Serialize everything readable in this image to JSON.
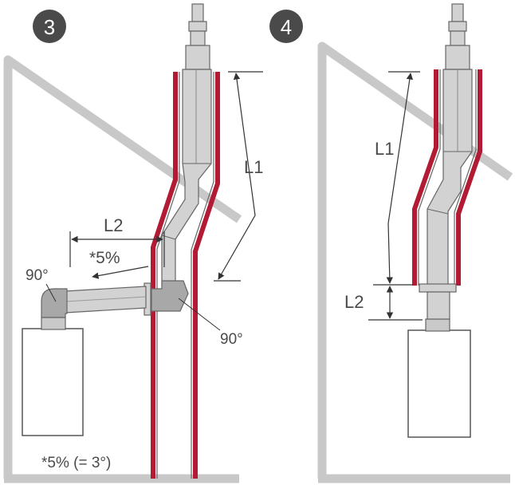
{
  "panel3": {
    "step": "3",
    "l1": "L1",
    "l2": "L2",
    "slope": "*5%",
    "elbow_top": "90°",
    "elbow_bottom": "90°"
  },
  "panel4": {
    "step": "4",
    "l1": "L1",
    "l2": "L2"
  },
  "footnote": "*5% (= 3°)",
  "colors": {
    "liner": "#b31b34",
    "pipe_fill": "#d2d2d2",
    "pipe_stroke": "#666666",
    "wall": "#c8c8c8",
    "text": "#4a4a4a",
    "badge": "#4a4a4a"
  }
}
